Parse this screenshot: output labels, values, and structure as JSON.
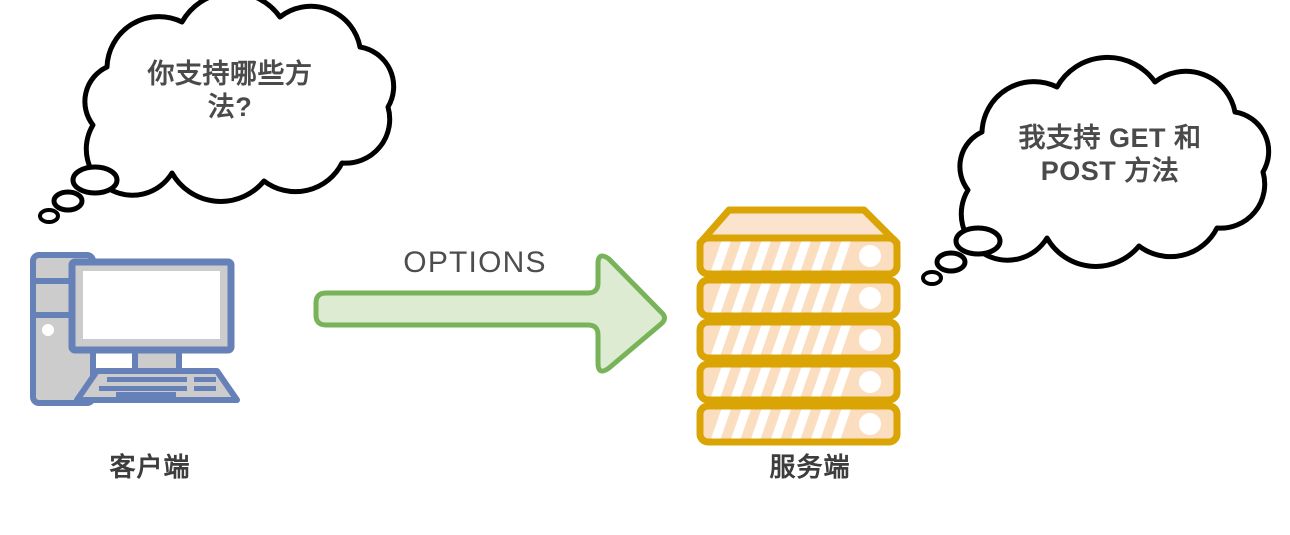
{
  "diagram": {
    "title": "HTTP OPTIONS method request diagram",
    "background_color": "#ffffff"
  },
  "client": {
    "caption": "客户端",
    "icon_name": "desktop-computer-icon",
    "colors": {
      "outline": "#6680b8",
      "fill": "#cccccc",
      "screen": "#ffffff"
    },
    "thought": {
      "text": "你支持哪些方\n法?",
      "text_color": "#4a4a4a",
      "outline": "#000000",
      "fill": "#ffffff"
    }
  },
  "server": {
    "caption": "服务端",
    "icon_name": "server-rack-icon",
    "rack_units": 5,
    "colors": {
      "outline": "#d9a404",
      "fill": "#fbdec0",
      "slash": "#ffffff"
    },
    "thought": {
      "text": "我支持 GET 和\nPOST 方法",
      "text_color": "#4a4a4a",
      "outline": "#000000",
      "fill": "#ffffff"
    }
  },
  "arrow": {
    "label": "OPTIONS",
    "direction": "right",
    "fill": "#dcebd2",
    "stroke": "#79b359",
    "label_color": "#4d4d4d"
  }
}
